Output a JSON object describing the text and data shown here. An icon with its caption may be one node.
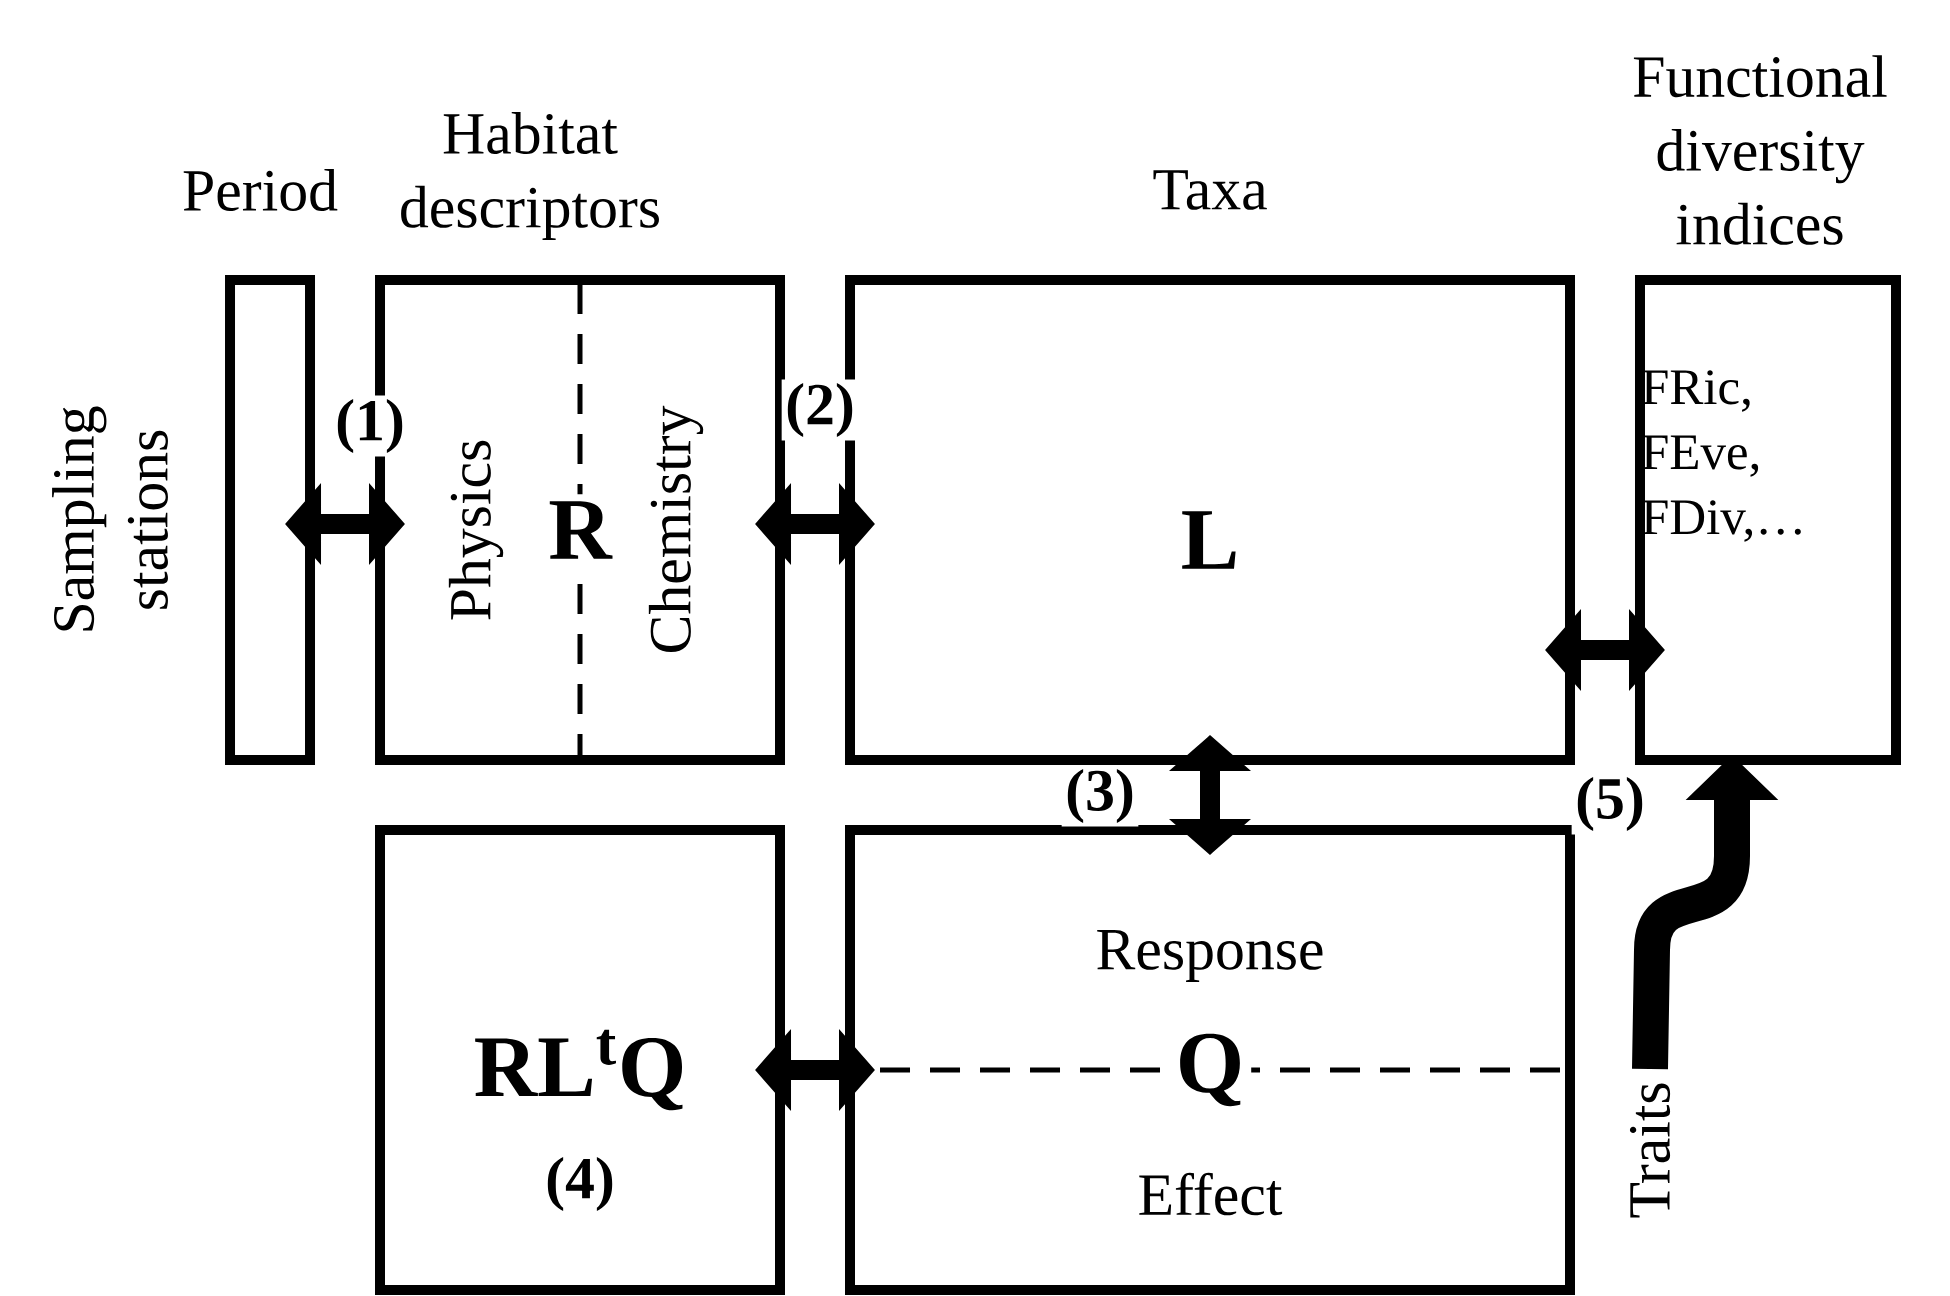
{
  "diagram": {
    "nodes": [
      {
        "text": [
          "Period"
        ]
      },
      {
        "text": [
          "Habitat descriptors",
          "R",
          "Physics",
          "Chemistry"
        ]
      },
      {
        "text": [
          "Taxa",
          "L"
        ]
      },
      {
        "text": [
          "Functional diversity indices",
          "FRic, FEve, FDiv,…"
        ]
      },
      {
        "text": [
          "RL$^{t}$Q",
          "(4)"
        ]
      },
      {
        "text": [
          "Response",
          "Q",
          "Effect"
        ]
      },
      {
        "text": [
          "Traits"
        ]
      }
    ],
    "edges": [
      {
        "from": 0,
        "to": 1,
        "arrow": "both",
        "label": "(1)"
      },
      {
        "from": 1,
        "to": 2,
        "arrow": "both",
        "label": "(2)"
      },
      {
        "from": 2,
        "to": 5,
        "arrow": "both",
        "label": "(3)"
      },
      {
        "from": 4,
        "to": 5,
        "arrow": "both"
      },
      {
        "from": 2,
        "to": 3,
        "arrow": "both",
        "label": "(5)"
      },
      {
        "from": 6,
        "to": 3,
        "arrow": "to",
        "style": "thick"
      }
    ],
    "labels": [
      "Sampling stations"
    ]
  }
}
